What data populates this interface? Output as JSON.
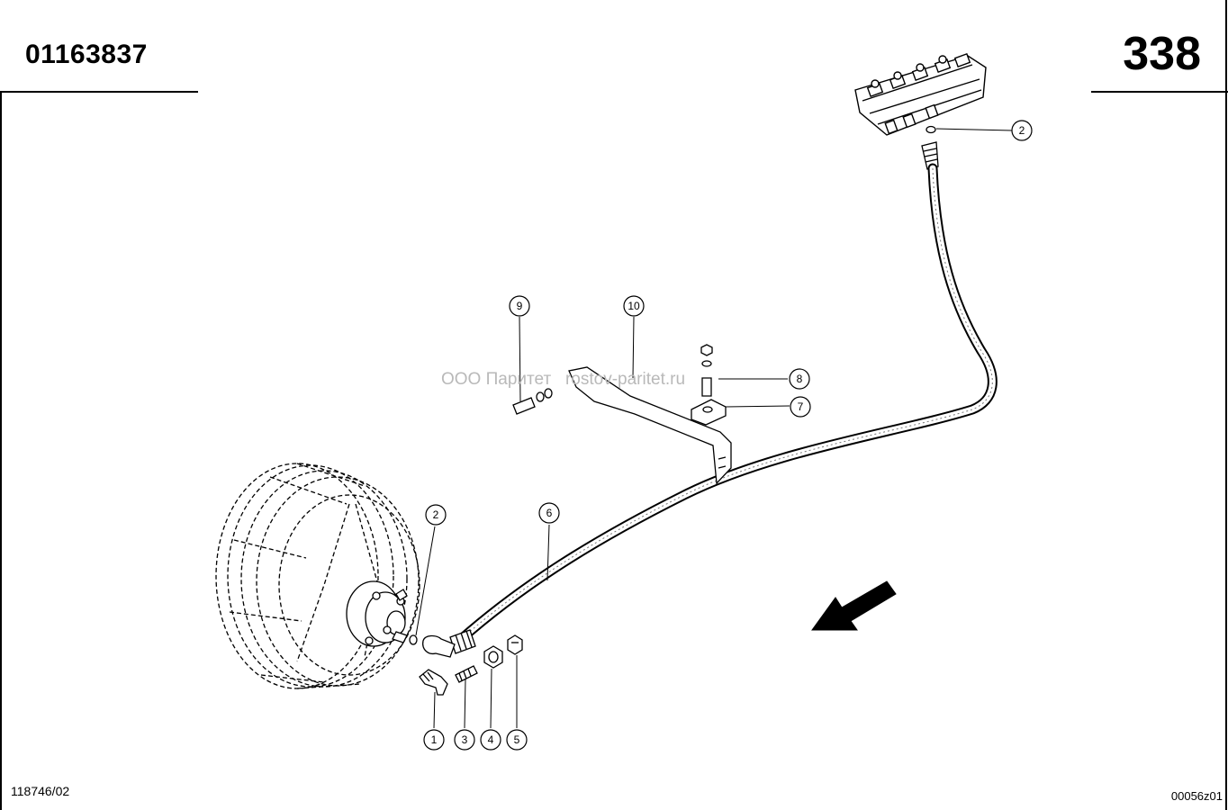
{
  "header": {
    "part_number": "01163837",
    "page_number": "338"
  },
  "footer": {
    "drawing_code": "118746/02",
    "sheet_code": "00056z01"
  },
  "watermark": "ООО Паритет   rostov-paritet.ru",
  "callouts": [
    {
      "id": "callout-1",
      "label": "1"
    },
    {
      "id": "callout-2-valve",
      "label": "2"
    },
    {
      "id": "callout-2-motor",
      "label": "2"
    },
    {
      "id": "callout-3",
      "label": "3"
    },
    {
      "id": "callout-4",
      "label": "4"
    },
    {
      "id": "callout-5",
      "label": "5"
    },
    {
      "id": "callout-6",
      "label": "6"
    },
    {
      "id": "callout-7",
      "label": "7"
    },
    {
      "id": "callout-8",
      "label": "8"
    },
    {
      "id": "callout-9",
      "label": "9"
    },
    {
      "id": "callout-10",
      "label": "10"
    }
  ],
  "colors": {
    "line": "#000000",
    "watermark": "#b9b9b9"
  }
}
